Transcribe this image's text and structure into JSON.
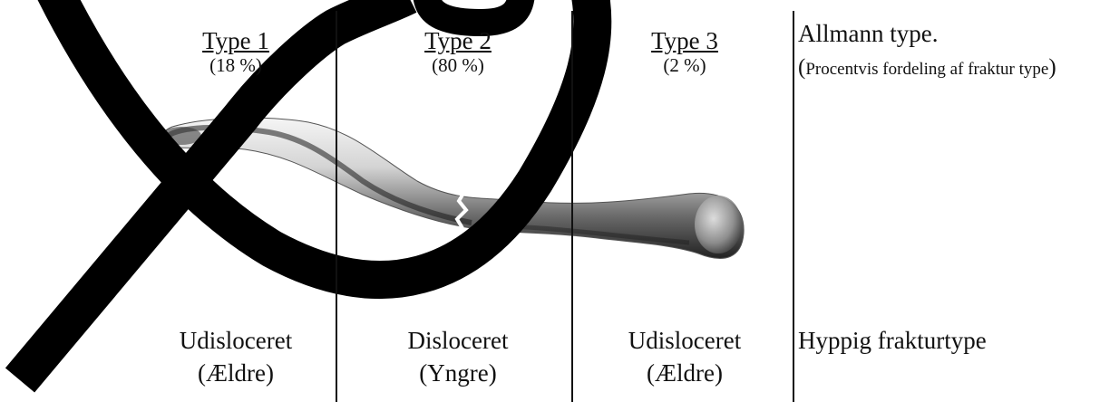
{
  "columns": [
    {
      "type": "Type 1",
      "pct": "(18 %)",
      "desc": "Udisloceret",
      "age": "(Ældre)"
    },
    {
      "type": "Type 2",
      "pct": "(80 %)",
      "desc": "Disloceret",
      "age": "(Yngre)"
    },
    {
      "type": "Type 3",
      "pct": "(2 %)",
      "desc": "Udisloceret",
      "age": "(Ældre)"
    }
  ],
  "legend": {
    "title": "Allmann type.",
    "paren_open": "(",
    "note": "Procentvis fordeling af fraktur type",
    "paren_close": ")",
    "footer": "Hyppig frakturtype"
  },
  "colors": {
    "watermark": "#000000",
    "bone_light": "#e8e8e8",
    "bone_dark": "#2a2a2a",
    "line": "#111111"
  },
  "image": {
    "illustration": "clavicle-bone-illustration",
    "watermark": "large-black-curved-watermark-stroke"
  }
}
